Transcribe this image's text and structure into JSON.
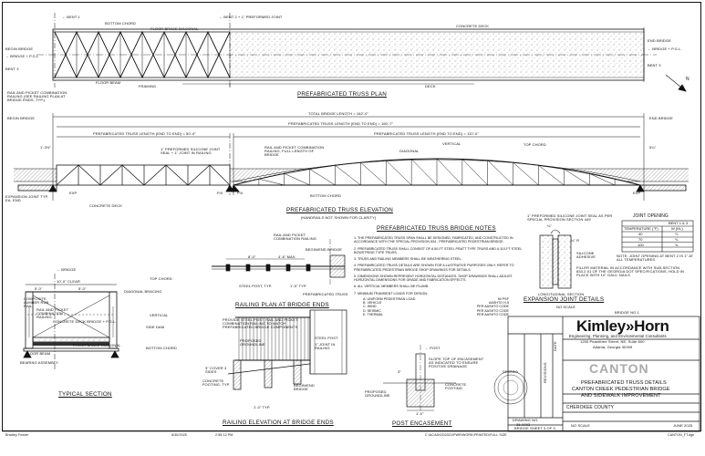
{
  "plan": {
    "title": "PREFABRICATED TRUSS PLAN",
    "labels": {
      "bent1": "← BENT 1",
      "bottom_chord": "BOTTOM CHORD",
      "floor_brace": "FLOOR BRACE DIAGONAL",
      "bent2": "← BENT 2 + 1\" PREFORMED JOINT",
      "concrete_deck": "CONCRETE DECK",
      "begin_bridge": "BEGIN BRIDGE",
      "pgl": "← BRIDGE + P.G.L.",
      "bent3": "BENT 3",
      "floor_beam": "FLOOR BEAM",
      "framing": "FRAMING",
      "deck": "DECK",
      "end_bridge": "END BRIDGE",
      "end_pgl": "← BRIDGE + P.G.L.",
      "end_bent3": "BENT 3",
      "rail_note": "RAIL AND PICKET COMBINATION RAILING (SEE RAILING PLAN AT BRIDGE ENDS, TYP.)",
      "north": "N"
    }
  },
  "elevation": {
    "title": "PREFABRICATED TRUSS ELEVATION",
    "subtitle": "(HANDRAILS NOT SHOWN FOR CLARITY)",
    "total_length": "TOTAL BRIDGE LENGTH = 162'-0\"",
    "truss_length_total": "PREFABRICATED TRUSS LENGTH (END TO END) = 160'-7\"",
    "truss_length_left": "PREFABRICATED TRUSS LENGTH (END TO END) = 50'-0\"",
    "truss_length_right": "PREFABRICATED TRUSS LENGTH (END TO END) = 110'-0\"",
    "begin_bridge": "BEGIN BRIDGE",
    "end_bridge": "END BRIDGE",
    "dim_left": "1'-3½\"",
    "dim_right": "5¼\"",
    "joint_seal": "1\" PREFORMED SILICONE JOINT SEAL + 1\" JOINT IN RAILING",
    "rail_picket": "RAIL AND PICKET COMBINATION RAILING, FULL LENGTH OF BRIDGE",
    "diagonal": "DIAGONAL",
    "vertical": "VERTICAL",
    "top_chord": "TOP CHORD",
    "exp": "EXP",
    "fix": "FIX",
    "expansion_joint": "EXPANSION JOINT TYP. EA. END",
    "concrete_deck": "CONCRETE DECK",
    "bottom_chord": "BOTTOM CHORD"
  },
  "railing_plan": {
    "title": "RAILING PLAN AT BRIDGE ENDS",
    "rail_picket": "RAIL AND PICKET COMBINATION RAILING",
    "begin_end": "BEGIN/END BRIDGE",
    "dim_a": "8'-0\"",
    "dim_b": "4'-6\" MAX.",
    "steel_post": "STEEL POST, TYP.",
    "dim_c": "1'-5\" TYP.",
    "pref_truss": "PREFABRICATED TRUSS"
  },
  "railing_elev": {
    "title": "RAILING ELEVATION AT BRIDGE ENDS",
    "note": "PROVIDE STEEL POST, RAIL AND PICKET COMBINATION RAILING TO MATCH PREFABRICATED BRIDGE COMPONENTS",
    "proposed_groundline": "PROPOSED GROUNDLINE",
    "cover": "3\" COVER 3 SIDES",
    "concrete_footing": "CONCRETE FOOTING, TYP.",
    "dim": "1'-0\" TYP.",
    "steel_post": "STEEL POST",
    "joint": "1\" JOINT IN RAILING",
    "begin_end": "BEGIN/END BRIDGE"
  },
  "typical_section": {
    "title": "TYPICAL SECTION",
    "bridge": "← BRIDGE",
    "top_width": "10'-0\" CLEAR",
    "half_left": "5'-0\"",
    "half_right": "5'-0\"",
    "rub_rail": "COMPOSITE LUMBER RUB RAIL",
    "rail_picket": "RAIL AND PICKET COMBINATION RAILING",
    "top_chord": "TOP CHORD",
    "diag_bracing": "DIAGONAL BRACING",
    "concrete_deck": "CONCRETE DECK",
    "pgl": "← BRIDGE + P.G.L.",
    "vertical": "VERTICAL",
    "side_dam": "SIDE DAM",
    "floor_beam": "FLOOR BEAM",
    "floor_brace": "FLOOR BRACE DIAGONAL",
    "bottom_chord": "BOTTOM CHORD",
    "bearing": "BEARING ASSEMBLY"
  },
  "notes": {
    "title": "PREFABRICATED TRUSS BRIDGE NOTES",
    "items": [
      "1. THE PREFABRICATED TRUSS SPAN SHALL BE DESIGNED, FABRICATED, AND CONSTRUCTED IN ACCORDANCE WITH THE SPECIAL PROVISION 534 - PREFABRICATED PEDESTRIAN BRIDGE.",
      "2. PREFABRICATED TRUSS SHALL CONSIST OF A 50-FT STEEL PRATT TYPE TRUSS AND A 110-FT STEEL BOWSTRING TYPE TRUSS.",
      "3. TRUSS AND RAILING MEMBERS SHALL BE WEATHERING STEEL.",
      "4. PREFABRICATED TRUSS DETAILS ARE SHOWN FOR ILLUSTRATIVE PURPOSES ONLY. REFER TO PREFABRICATED PEDESTRIAN BRIDGE SHOP DRAWINGS FOR DETAILS.",
      "5. DIMENSIONS SHOWN REPRESENT HORIZONTAL DISTANCES. SHOP DRAWINGS SHALL ADJUST HORIZONTAL DIMENSIONS FOR GRADE AND FABRICATION EFFECTS.",
      "6. ALL VERTICAL MEMBERS SHALL BE PLUMB.",
      "7. MINIMUM TRANSIENT LOADS FOR DESIGN:"
    ],
    "loads": [
      {
        "label": "A. UNIFORM PEDESTRIAN LOAD",
        "value": "90 PSF"
      },
      {
        "label": "B. VEHICLE",
        "value": "AASHTO H-5"
      },
      {
        "label": "C. WIND",
        "value": "PER AASHTO CODE"
      },
      {
        "label": "D. SEISMIC",
        "value": "PER AASHTO CODE"
      },
      {
        "label": "E. THERMAL",
        "value": "PER AASHTO CODE"
      }
    ]
  },
  "joint": {
    "title": "EXPANSION JOINT DETAILS",
    "scale": "NO SCALE",
    "seal": "1\" PREFORMED SILICONE JOINT SEAL AS PER SPECIAL PROVISION SECTION 449",
    "silicone": "SILICONE ADHESIVE",
    "filler": "FILLER MATERIAL IN ACCORDANCE WITH SUB-SECTION 833.2.01 OF THE GEORGIA DOT SPECIFICATIONS, HOLD IN PLACE WITH 10\" GALV. NAILS",
    "longitudinal": "LONGITUDINAL SECTION",
    "dim_a": "¼\"",
    "dim_b": "¼\" R",
    "table": {
      "title": "JOINT OPENING",
      "header": [
        "TEMPERATURE (°F)",
        "BENT 1 & 3"
      ],
      "sub": "W (IN.)",
      "rows": [
        [
          "40",
          "⅞"
        ],
        [
          "70",
          "¾"
        ],
        [
          "100",
          "⅝"
        ]
      ]
    },
    "table_note": "NOTE: JOINT OPENING AT BENT 2 IS 1\" AT ALL TEMPERATURES."
  },
  "post": {
    "title": "POST ENCASEMENT",
    "post": "← POST",
    "slope": "SLOPE TOP OF ENCASEMENT AS INDICATED TO ENSURE POSITIVE DRAINAGE",
    "footing": "CONCRETE FOOTING",
    "groundline": "PROPOSED GROUNDLINE",
    "dim_a": "3\"",
    "dim_b": "1'-0\""
  },
  "title_block": {
    "bridge_no": "BRIDGE NO.1",
    "firm": "Kimley»Horn",
    "firm_desc": "Engineering, Planning, and Environmental Consultants",
    "firm_addr1": "1200 Peachtree Street, NE, Suite 800",
    "firm_addr2": "Atlanta, Georgia 30309",
    "canton": "CANTON",
    "revision": "REVISIONS",
    "date_label": "DATE",
    "sheet_title1": "PREFABRICATED TRUSS DETAILS",
    "sheet_title2": "CANTON CREEK PEDESTRIAN BRIDGE",
    "sheet_title3": "AND SIDEWALK IMPROVEMENT",
    "county": "CHEROKEE COUNTY",
    "scale": "NO SCALE",
    "date": "JUNE 2025",
    "drawing_no_label": "DRAWING NO.",
    "drawing_no": "35-0003",
    "sheet_label": "BRIDGE SHEET",
    "sheet_no": "3 OF 5",
    "seal": "GEORGIA"
  },
  "footer": {
    "left": "Bradley Fowler",
    "date": "6/30/2025",
    "time": "2:55:12 PM",
    "file": "C:\\ACAD\\03\\2021\\PWR\\WORK\\PRINTED\\FULL SIZE",
    "right": "CANTON_FT.dgn"
  }
}
